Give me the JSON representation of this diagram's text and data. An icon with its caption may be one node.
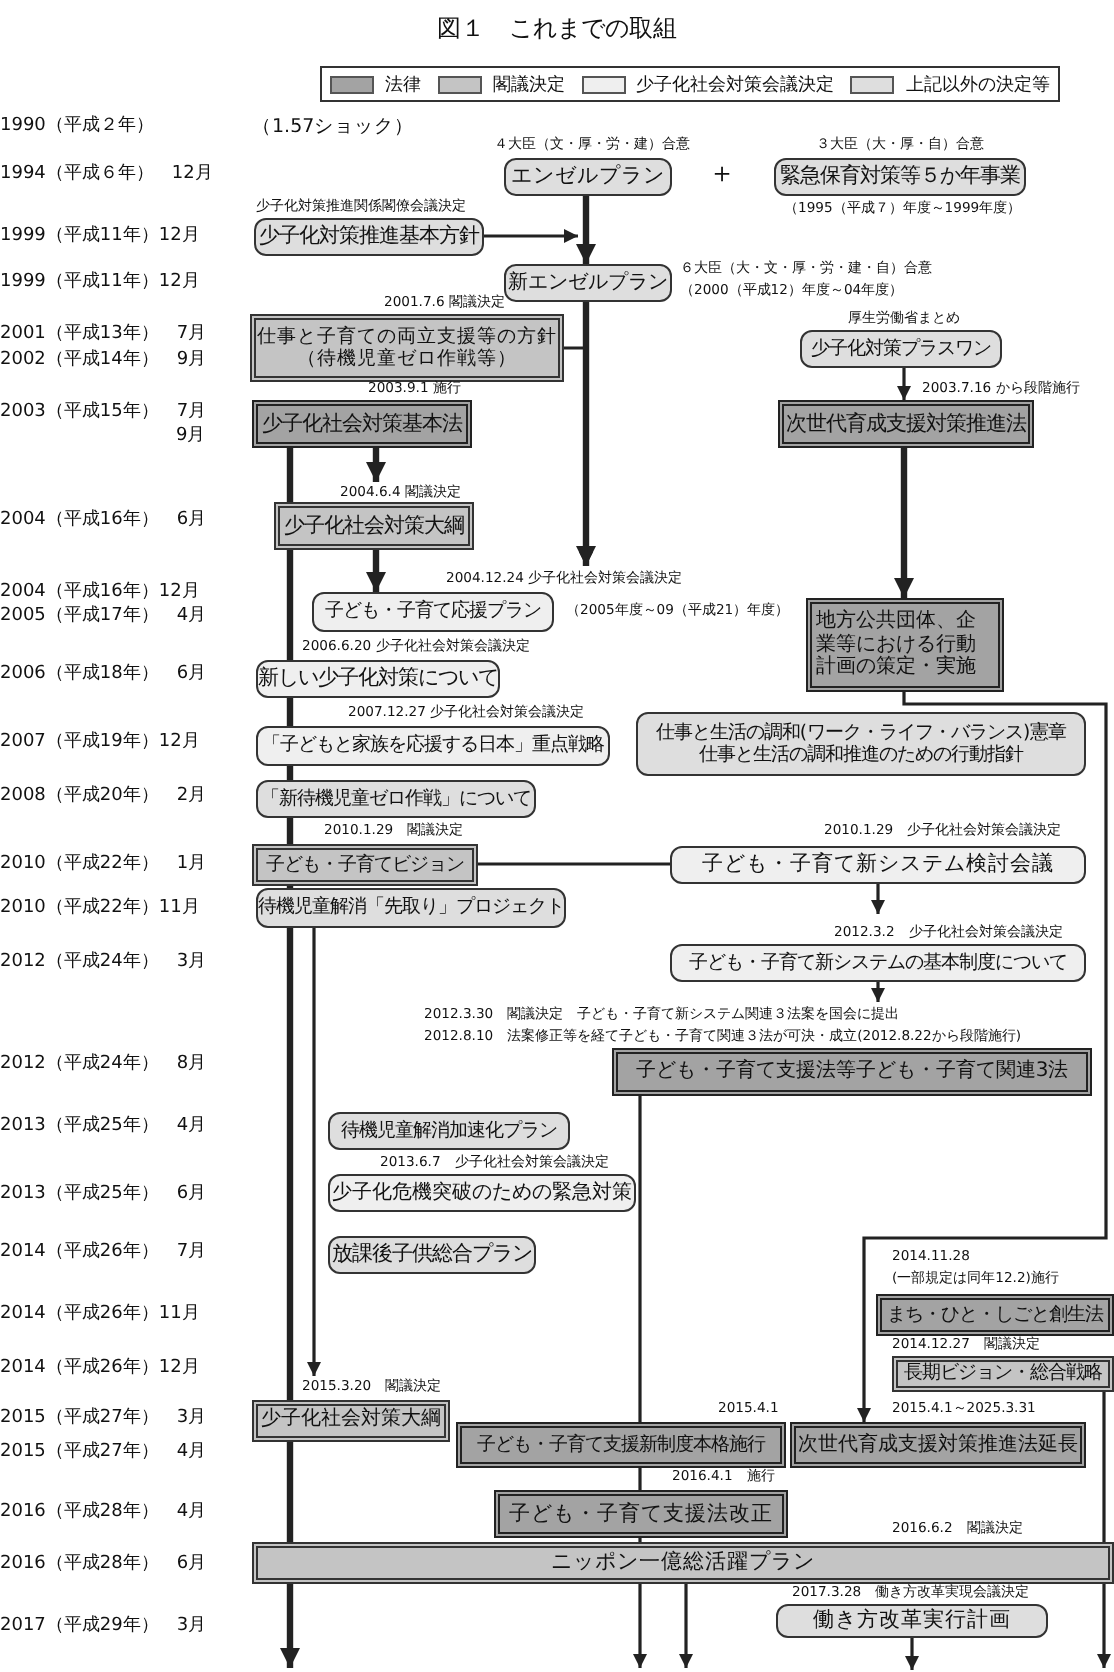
{
  "diagram": {
    "title": "図１　これまでの取組",
    "nodes": [
      {
        "text": [
          "エンゼルプラン"
        ],
        "beside": [
          "４大臣（文・厚・労・建）合意"
        ]
      },
      {
        "text": [
          "緊急保育対策等５か年事業"
        ],
        "beside": [
          "３大臣（大・厚・自）合意",
          "（1995（平成７）年度～1999年度）"
        ]
      },
      {
        "text": [
          "少子化対策推進基本方針"
        ],
        "beside": [
          "少子化対策推進関係閣僚会議決定"
        ]
      },
      {
        "text": [
          "新エンゼルプラン"
        ],
        "beside": [
          "６大臣（大・文・厚・労・建・自）合意",
          "（2000（平成12）年度～04年度）"
        ]
      },
      {
        "text": [
          "仕事と子育ての両立支援等の方針（待機児童ゼロ作戦等）"
        ],
        "beside": [
          "2001.7.6 閣議決定"
        ]
      },
      {
        "text": [
          "少子化対策プラスワン"
        ],
        "beside": [
          "厚生労働省まとめ"
        ]
      },
      {
        "text": [
          "少子化社会対策基本法"
        ],
        "beside": [
          "2003.9.1 施行"
        ]
      },
      {
        "text": [
          "次世代育成支援対策推進法"
        ],
        "beside": [
          "2003.7.16 から段階施行"
        ]
      },
      {
        "text": [
          "少子化社会対策大綱"
        ],
        "beside": [
          "2004.6.4 閣議決定"
        ]
      },
      {
        "text": [
          "子ども・子育て応援プラン"
        ],
        "beside": [
          "2004.12.24 少子化社会対策会議決定",
          "（2005年度～09（平成21）年度）"
        ]
      },
      {
        "text": [
          "地方公共団体、企業等における行動計画の策定・実施"
        ]
      },
      {
        "text": [
          "新しい少子化対策について"
        ],
        "beside": [
          "2006.6.20 少子化社会対策会議決定"
        ]
      },
      {
        "text": [
          "「子どもと家族を応援する日本」重点戦略"
        ],
        "beside": [
          "2007.12.27 少子化社会対策会議決定"
        ]
      },
      {
        "text": [
          "仕事と生活の調和(ワーク・ライフ・バランス)憲章",
          "仕事と生活の調和推進のための行動指針"
        ]
      },
      {
        "text": [
          "「新待機児童ゼロ作戦」について"
        ]
      },
      {
        "text": [
          "子ども・子育てビジョン"
        ],
        "beside": [
          "2010.1.29　閣議決定"
        ]
      },
      {
        "text": [
          "子ども・子育て新システム検討会議"
        ],
        "beside": [
          "2010.1.29　少子化社会対策会議決定"
        ]
      },
      {
        "text": [
          "待機児童解消「先取り」プロジェクト"
        ]
      },
      {
        "text": [
          "子ども・子育て新システムの基本制度について"
        ],
        "beside": [
          "2012.3.2　少子化社会対策会議決定"
        ]
      },
      {
        "text": [
          "子ども・子育て支援法等子ども・子育て関連3法"
        ],
        "beside": [
          "2012.3.30　閣議決定　子ども・子育て新システム関連３法案を国会に提出",
          "2012.8.10　法案修正等を経て子ども・子育て関連３法が可決・成立(2012.8.22から段階施行)"
        ]
      },
      {
        "text": [
          "待機児童解消加速化プラン"
        ]
      },
      {
        "text": [
          "少子化危機突破のための緊急対策"
        ],
        "beside": [
          "2013.6.7　少子化社会対策会議決定"
        ]
      },
      {
        "text": [
          "放課後子供総合プラン"
        ]
      },
      {
        "text": [
          "まち・ひと・しごと創生法"
        ],
        "beside": [
          "2014.11.28",
          "(一部規定は同年12.2)施行"
        ]
      },
      {
        "text": [
          "長期ビジョン・総合戦略"
        ],
        "beside": [
          "2014.12.27　閣議決定"
        ]
      },
      {
        "text": [
          "少子化社会対策大綱"
        ],
        "beside": [
          "2015.3.20　閣議決定"
        ]
      },
      {
        "text": [
          "子ども・子育て支援新制度本格施行"
        ],
        "beside": [
          "2015.4.1"
        ]
      },
      {
        "text": [
          "次世代育成支援対策推進法延長"
        ],
        "beside": [
          "2015.4.1～2025.3.31"
        ]
      },
      {
        "text": [
          "子ども・子育て支援法改正"
        ],
        "beside": [
          "2016.4.1　施行"
        ]
      },
      {
        "text": [
          "ニッポン一億総活躍プラン"
        ],
        "beside": [
          "2016.6.2　閣議決定"
        ]
      },
      {
        "text": [
          "働き方改革実行計画"
        ],
        "beside": [
          "2017.3.28　働き方改革実現会議決定"
        ]
      }
    ],
    "edges": [
      {
        "from": 0,
        "to": 3,
        "arrow": "to",
        "style": "thick"
      },
      {
        "from": 2,
        "to": 3,
        "arrow": "to"
      },
      {
        "from": 3,
        "to": 9,
        "arrow": "to",
        "style": "thick"
      },
      {
        "from": 4,
        "to": 9,
        "arrow": "to"
      },
      {
        "from": 5,
        "to": 7,
        "arrow": "to"
      },
      {
        "from": 6,
        "to": 8,
        "arrow": "to",
        "style": "thick"
      },
      {
        "from": 6,
        "to": null,
        "arrow": "to",
        "style": "thick"
      },
      {
        "from": 8,
        "to": 9,
        "arrow": "to",
        "style": "thick"
      },
      {
        "from": 7,
        "to": 10,
        "arrow": "to",
        "style": "thick"
      },
      {
        "from": 10,
        "to": 27,
        "arrow": "to"
      },
      {
        "from": 15,
        "to": 16,
        "arrow": "none"
      },
      {
        "from": 16,
        "to": 18,
        "arrow": "to"
      },
      {
        "from": 18,
        "to": 19,
        "arrow": "to"
      },
      {
        "from": 17,
        "to": 25,
        "arrow": "to"
      },
      {
        "from": 19,
        "to": null,
        "arrow": "to"
      },
      {
        "from": 24,
        "to": null,
        "arrow": "to"
      },
      {
        "from": 29,
        "to": null,
        "arrow": "to"
      },
      {
        "from": 30,
        "to": null,
        "arrow": "to"
      }
    ],
    "labels": [
      "1990（平成２年）",
      "（1.57ショック）",
      "1994（平成６年）　12月",
      "＋",
      "1999（平成11年）12月",
      "1999（平成11年）12月",
      "2001（平成13年）　7月",
      "2002（平成14年）　9月",
      "2003（平成15年）　7月",
      "9月",
      "2004（平成16年）　6月",
      "2004（平成16年）12月",
      "2005（平成17年）　4月",
      "2006（平成18年）　6月",
      "2007（平成19年）12月",
      "2008（平成20年）　2月",
      "2010（平成22年）　1月",
      "2010（平成22年）11月",
      "2012（平成24年）　3月",
      "2012（平成24年）　8月",
      "2013（平成25年）　4月",
      "2013（平成25年）　6月",
      "2014（平成26年）　7月",
      "2014（平成26年）11月",
      "2014（平成26年）12月",
      "2015（平成27年）　3月",
      "2015（平成27年）　4月",
      "2016（平成28年）　4月",
      "2016（平成28年）　6月",
      "2017（平成29年）　3月"
    ],
    "legend": [
      {
        "text": "法律",
        "color": "#a3a3a3"
      },
      {
        "text": "閣議決定",
        "color": "#c4c4c4"
      },
      {
        "text": "少子化社会対策会議決定",
        "color": "#efefef"
      },
      {
        "text": "上記以外の決定等",
        "color": "#dedede"
      }
    ]
  }
}
